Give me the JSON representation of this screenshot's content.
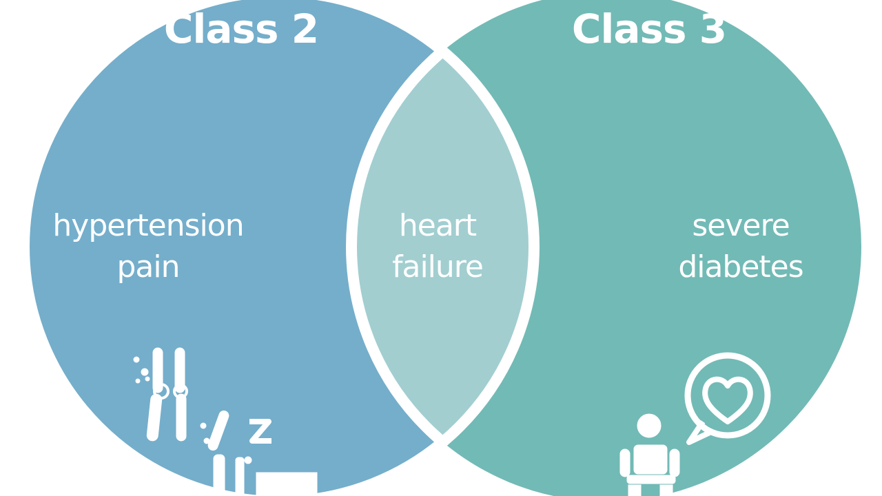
{
  "colors": {
    "background": "#ffffff",
    "left_circle": "#74aecb",
    "right_circle": "#72bab6",
    "overlap": "#a2ced0",
    "text": "#ffffff"
  },
  "left": {
    "title": "Class 2",
    "line1": "hypertension",
    "line2": "pain",
    "icons": [
      "joint-pain-bones-icon",
      "sleeping-person-icon"
    ]
  },
  "center": {
    "line1": "heart",
    "line2": "failure"
  },
  "right": {
    "title": "Class 3",
    "line1": "severe",
    "line2": "diabetes",
    "icons": [
      "person-thinking-heart-icon"
    ]
  }
}
